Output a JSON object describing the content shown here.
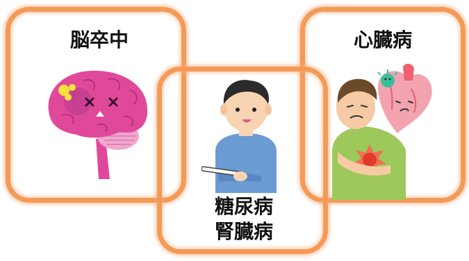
{
  "panels": {
    "stroke": {
      "label": "脳卒中",
      "icon": "brain-icon"
    },
    "diabetes": {
      "label": "糖尿病",
      "icon": "insulin-man-icon"
    },
    "kidney": {
      "label": "腎臓病"
    },
    "heart": {
      "label": "心臓病",
      "icon": "heart-attack-icon"
    }
  },
  "colors": {
    "frame": "#f49a57",
    "brain": "#e0499a",
    "brain_dark": "#c33084",
    "shirt_blue": "#6b9bd3",
    "shirt_green": "#9cc95a",
    "heart": "#f3a3b0",
    "skin": "#f8d4b3"
  }
}
